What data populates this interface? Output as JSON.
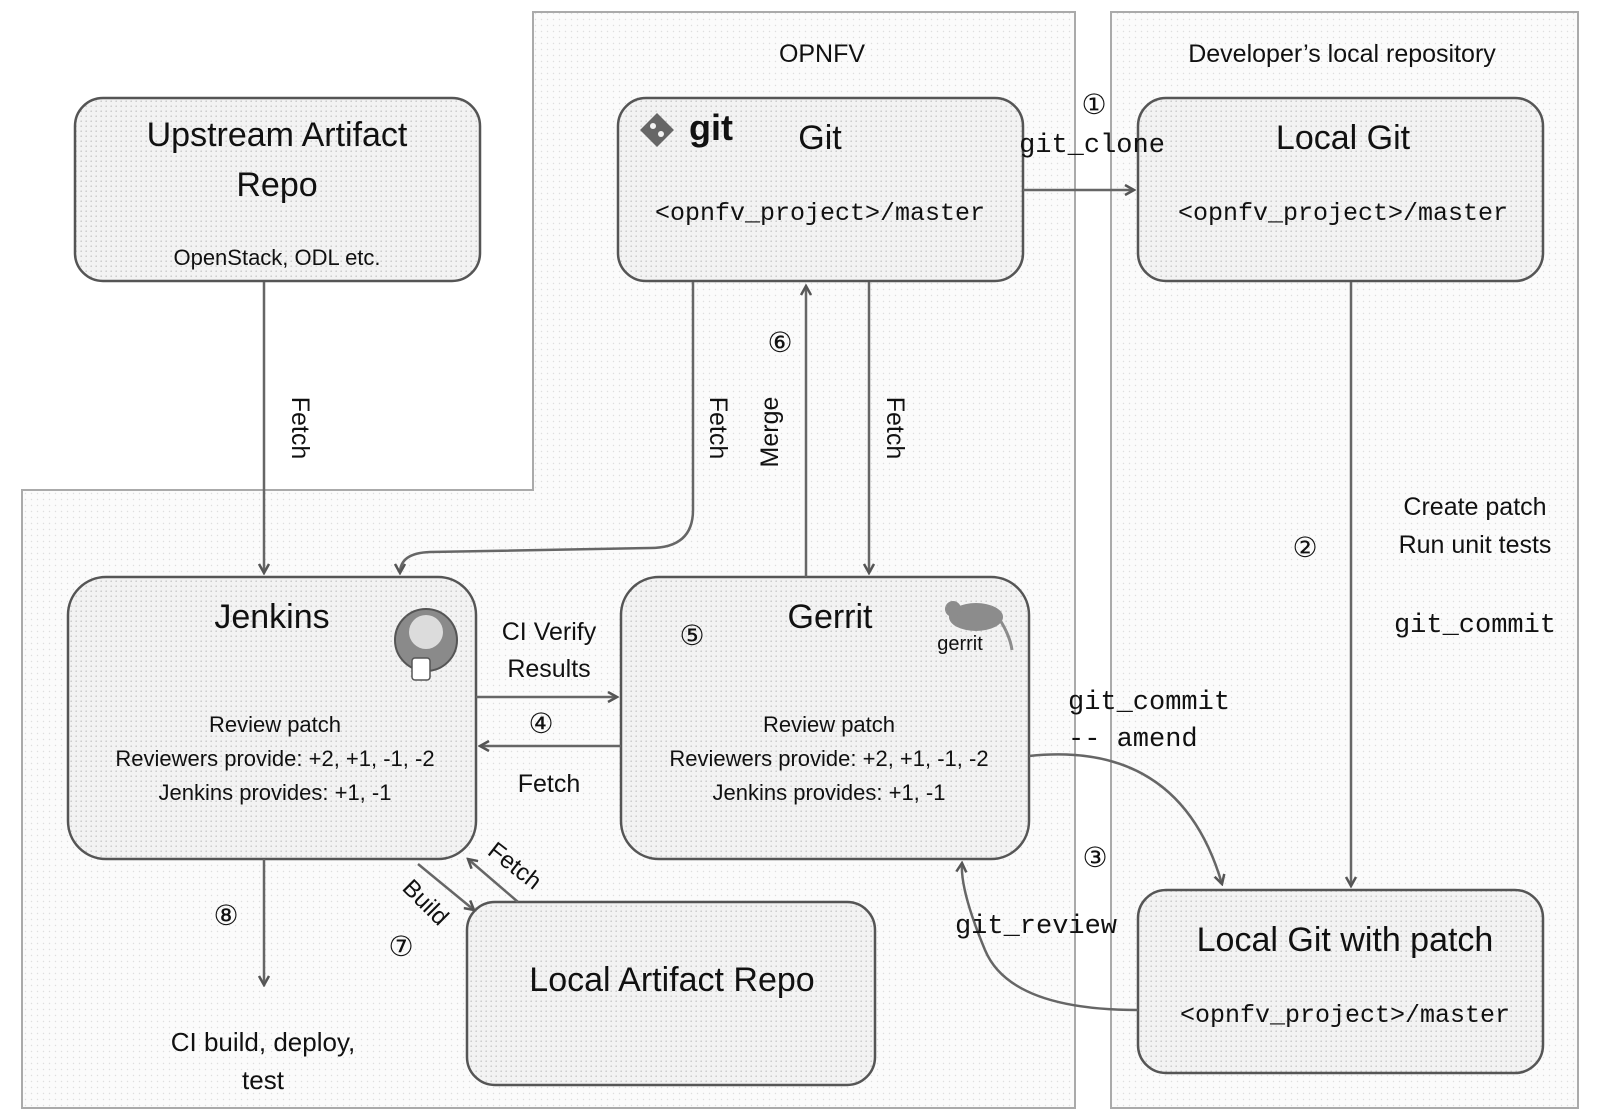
{
  "regions": {
    "opnfv": "OPNFV",
    "local_repo": "Developer’s local repository"
  },
  "nodes": {
    "upstream": {
      "title_line1": "Upstream Artifact",
      "title_line2": "Repo",
      "subtitle": "OpenStack, ODL etc."
    },
    "git": {
      "logo_text": "git",
      "title": "Git",
      "branch": "<opnfv_project>/master"
    },
    "local_git": {
      "title": "Local Git",
      "branch": "<opnfv_project>/master"
    },
    "jenkins": {
      "title": "Jenkins",
      "line1": "Review patch",
      "line2": "Reviewers provide: +2, +1, -1, -2",
      "line3": "Jenkins provides: +1, -1"
    },
    "gerrit": {
      "title": "Gerrit",
      "logo_text": "gerrit",
      "line1": "Review patch",
      "line2": "Reviewers provide: +2, +1, -1, -2",
      "line3": "Jenkins provides: +1, -1"
    },
    "local_artifact": {
      "title": "Local Artifact Repo"
    },
    "local_git_patch": {
      "title": "Local Git with patch",
      "branch": "<opnfv_project>/master"
    },
    "ci_build": {
      "line1": "CI build, deploy,",
      "line2": "test"
    }
  },
  "edges": {
    "upstream_fetch": "Fetch",
    "git_to_jenkins_fetch": "Fetch",
    "gerrit_to_git_merge": "Merge",
    "git_to_gerrit_fetch": "Fetch",
    "git_clone": "git_clone",
    "local_commit_line1": "Create patch",
    "local_commit_line2": "Run unit tests",
    "local_commit_cmd": "git_commit",
    "ci_verify_line1": "CI Verify",
    "ci_verify_line2": "Results",
    "gerrit_to_jenkins_fetch": "Fetch",
    "amend_line1": "git_commit",
    "amend_line2": "-- amend",
    "git_review": "git_review",
    "artifact_fetch": "Fetch",
    "jenkins_build": "Build"
  },
  "steps": {
    "s1": "①",
    "s2": "②",
    "s3": "③",
    "s4": "④",
    "s5": "⑤",
    "s6": "⑥",
    "s7": "⑦",
    "s8": "⑧"
  }
}
